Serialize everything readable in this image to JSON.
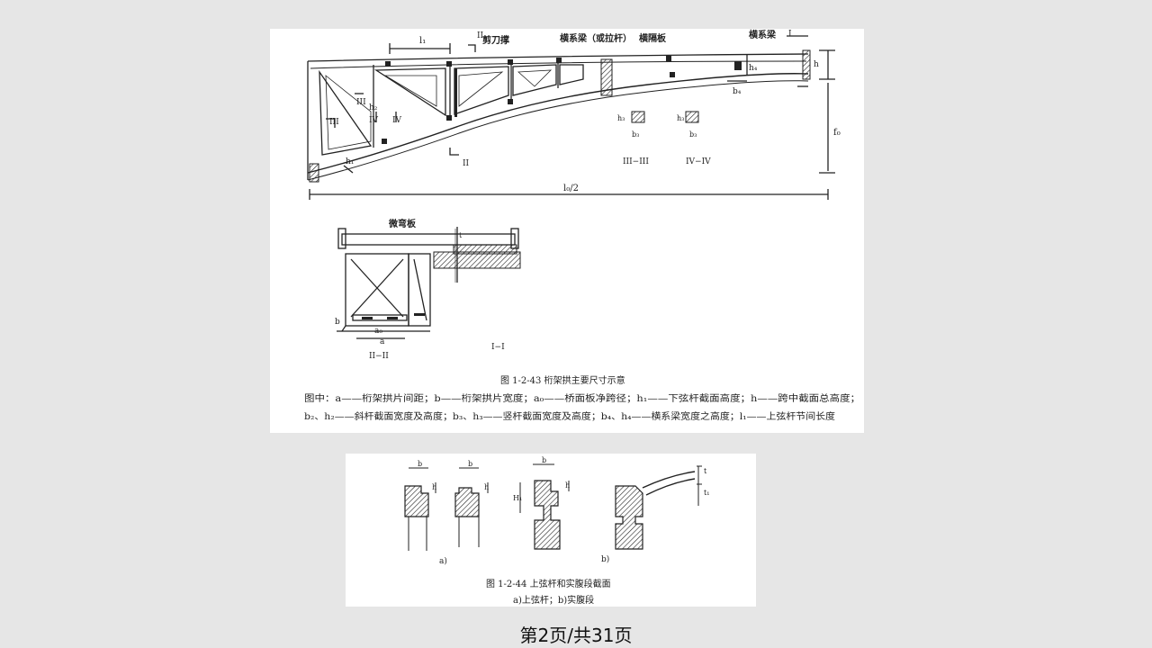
{
  "figure1": {
    "labels": {
      "l1": "l₁",
      "II_top": "II",
      "scissor_brace": "剪刀撑",
      "crossbeam_tie": "横系梁（或拉杆）",
      "diaphragm": "横隔板",
      "crossbeam": "横系梁",
      "I_top": "I",
      "h": "h",
      "h4": "h₄",
      "b4": "b₄",
      "h2": "h₂",
      "III": "III",
      "IV": "IV",
      "IV_b": "IV",
      "III_b": "III",
      "h1": "h₁",
      "II_bottom": "II",
      "f0": "f₀",
      "l0_2": "l₀/2",
      "h3_left": "h₃",
      "b3_left": "b₃",
      "h3_right": "h₃",
      "b3_right": "b₃",
      "section_III": "III−III",
      "section_IV": "IV−IV",
      "micro_slab": "微弯板",
      "t": "t",
      "b": "b",
      "a0": "a₀",
      "a": "a",
      "section_II": "II−II",
      "section_I": "I−I"
    },
    "caption": "图 1-2-43    桁架拱主要尺寸示意",
    "legend_line1": "图中：a——桁架拱片间距；b——桁架拱片宽度；a₀——桥面板净跨径；h₁——下弦杆截面高度；h——跨中截面总高度；",
    "legend_line2": "b₂、h₂——斜杆截面宽度及高度；b₃、h₃——竖杆截面宽度及高度；b₄、h₄——横系梁宽度之高度；l₁——上弦杆节间长度"
  },
  "figure2": {
    "labels": {
      "b_1": "b",
      "b_2": "b",
      "b_3": "b",
      "h_1": "h",
      "h_2": "h",
      "H1": "H₁",
      "h_3": "h",
      "t": "t",
      "t1": "t₁",
      "a": "a)",
      "b_panel": "b)"
    },
    "caption": "图 1-2-44    上弦杆和实腹段截面",
    "subcaption": "a)上弦杆；b)实腹段"
  },
  "footer": {
    "page_text": "第2页/共31页"
  },
  "colors": {
    "background": "#e6e6e6",
    "scan": "#ffffff",
    "ink": "#222222"
  }
}
